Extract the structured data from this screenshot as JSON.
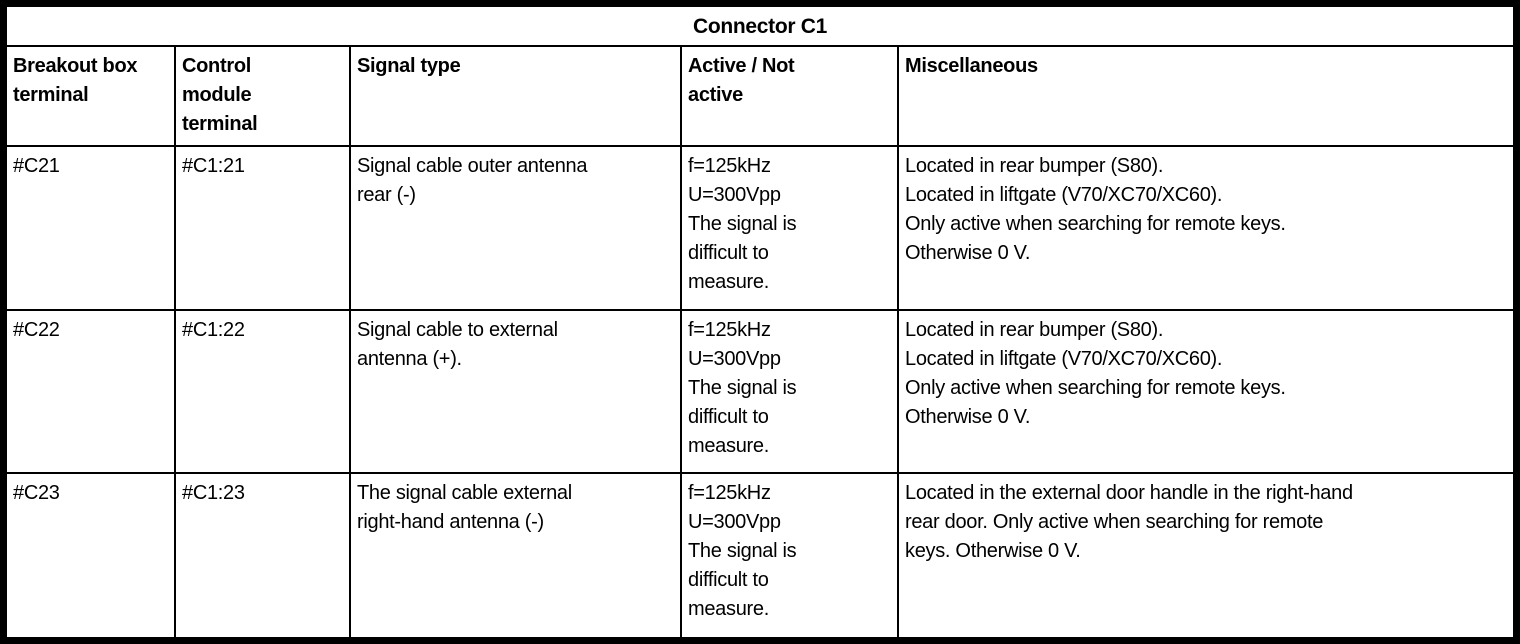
{
  "table": {
    "title": "Connector C1",
    "columns": [
      "Breakout box\nterminal",
      "Control\nmodule\nterminal",
      "Signal type",
      "Active / Not\nactive",
      "Miscellaneous"
    ],
    "rows": [
      {
        "cells": [
          "#C21",
          "#C1:21",
          "Signal cable outer antenna\nrear (-)",
          "f=125kHz\nU=300Vpp\nThe signal is\ndifficult to\nmeasure.",
          "Located in rear bumper (S80).\nLocated in liftgate (V70/XC70/XC60).\nOnly active when searching for remote keys.\nOtherwise 0 V."
        ]
      },
      {
        "cells": [
          "#C22",
          "#C1:22",
          "Signal cable to external\nantenna (+).",
          "f=125kHz\nU=300Vpp\nThe signal is\ndifficult to\nmeasure.",
          "Located in rear bumper (S80).\nLocated in liftgate (V70/XC70/XC60).\nOnly active when searching for remote keys.\nOtherwise 0 V."
        ]
      },
      {
        "cells": [
          "#C23",
          "#C1:23",
          "The signal cable external\nright-hand antenna (-)",
          "f=125kHz\nU=300Vpp\nThe signal is\ndifficult to\nmeasure.",
          "Located in the external door handle in the right-hand\nrear door. Only active when searching for remote\nkeys. Otherwise 0 V."
        ]
      }
    ]
  }
}
